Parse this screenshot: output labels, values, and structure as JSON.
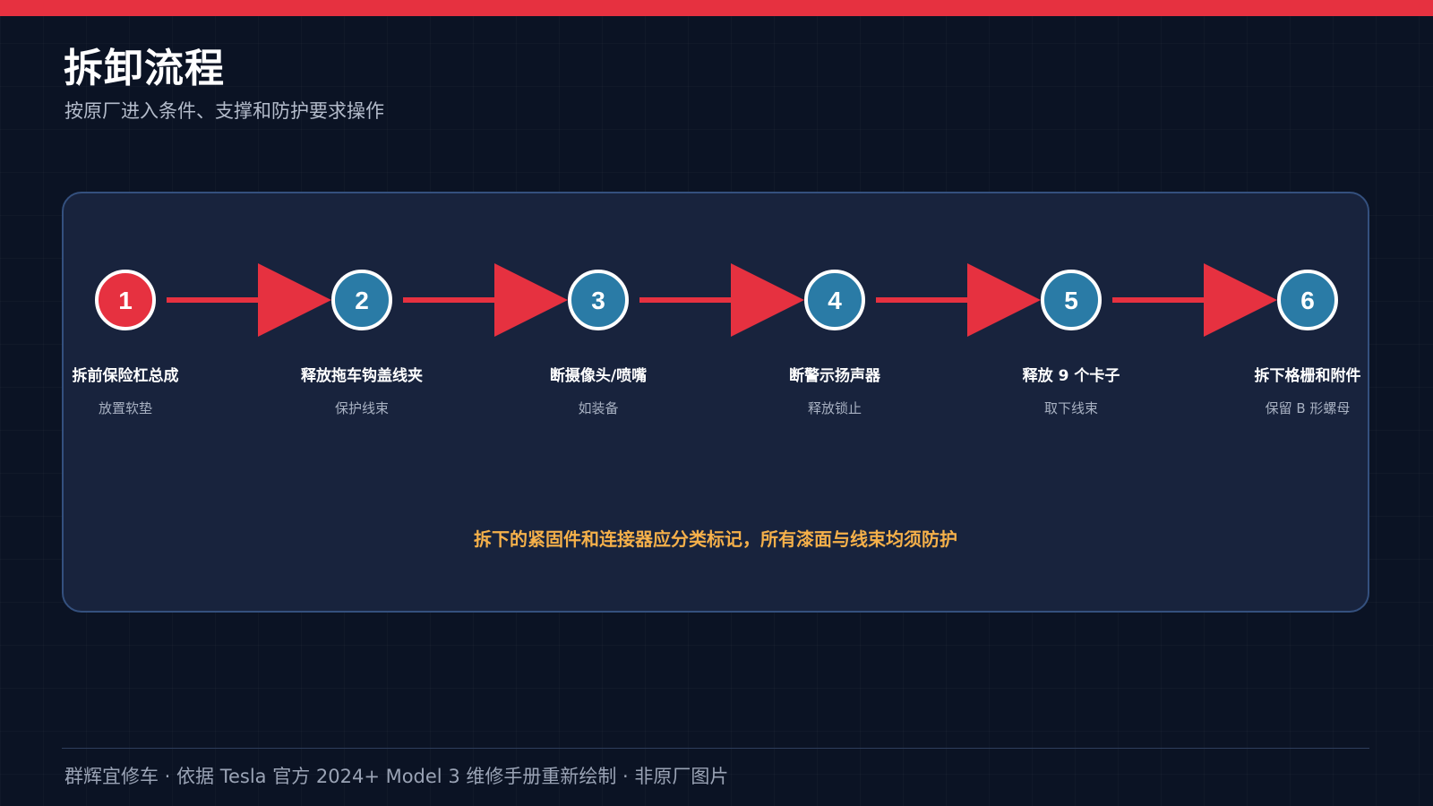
{
  "header": {
    "title": "拆卸流程",
    "subtitle": "按原厂进入条件、支撑和防护要求操作"
  },
  "colors": {
    "accent": "#e63140",
    "step_blue": "#2a7ba6",
    "note": "#f5b04a"
  },
  "steps": [
    {
      "number": "1",
      "label": "拆前保险杠总成",
      "desc": "放置软垫",
      "highlight": true
    },
    {
      "number": "2",
      "label": "释放拖车钩盖线夹",
      "desc": "保护线束",
      "highlight": false
    },
    {
      "number": "3",
      "label": "断摄像头/喷嘴",
      "desc": "如装备",
      "highlight": false
    },
    {
      "number": "4",
      "label": "断警示扬声器",
      "desc": "释放锁止",
      "highlight": false
    },
    {
      "number": "5",
      "label": "释放 9 个卡子",
      "desc": "取下线束",
      "highlight": false
    },
    {
      "number": "6",
      "label": "拆下格栅和附件",
      "desc": "保留 B 形螺母",
      "highlight": false
    }
  ],
  "note": "拆下的紧固件和连接器应分类标记，所有漆面与线束均须防护",
  "footer": "群辉宜修车 · 依据 Tesla 官方 2024+ Model 3 维修手册重新绘制 · 非原厂图片"
}
